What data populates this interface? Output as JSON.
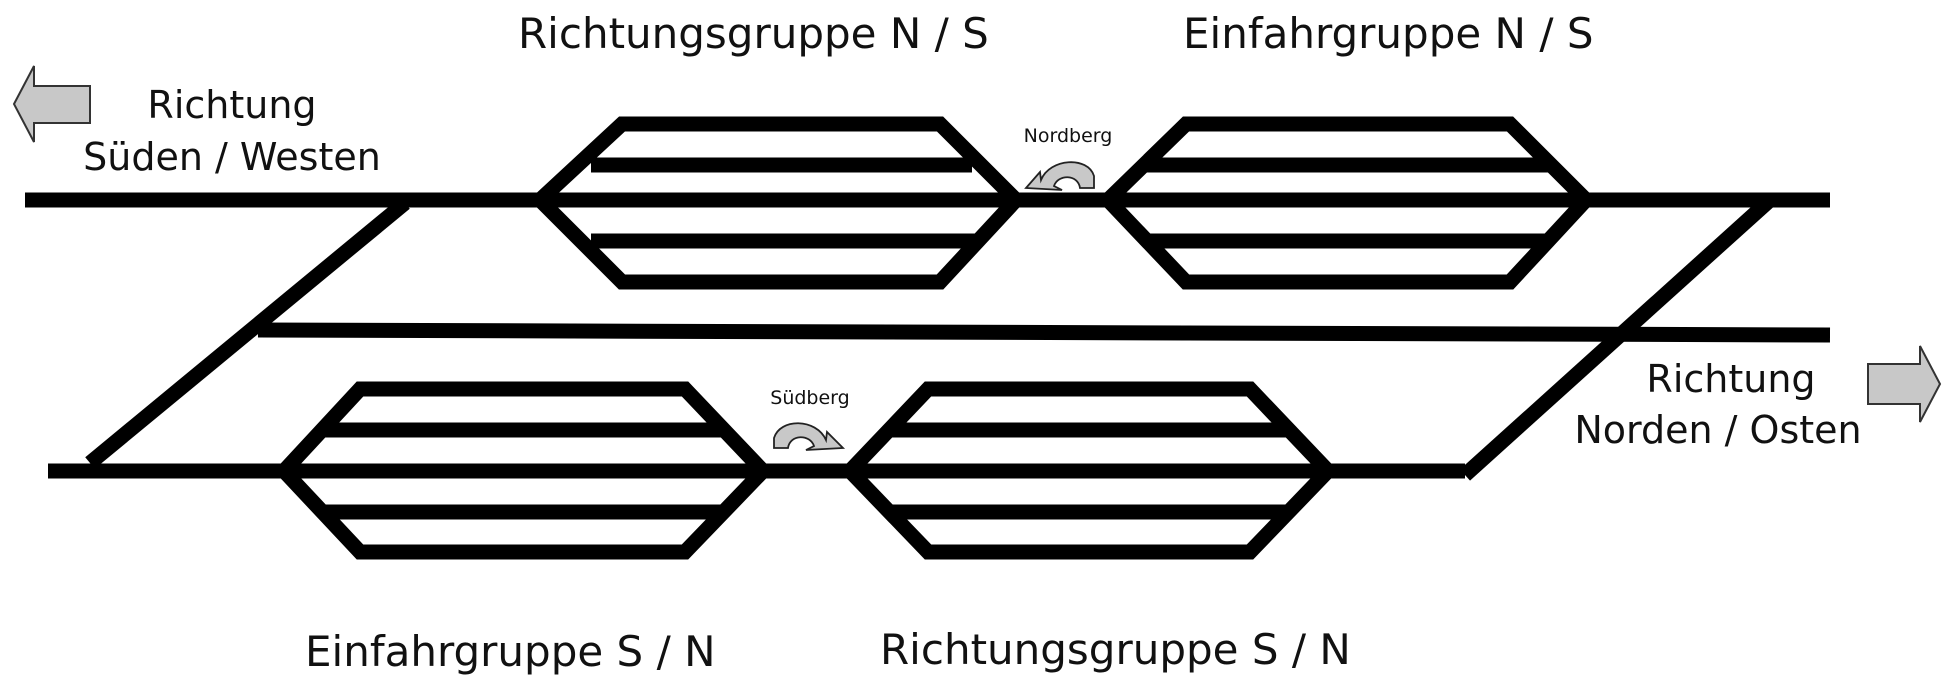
{
  "labels": {
    "richtungsgruppe_ns": "Richtungsgruppe N / S",
    "einfahrgruppe_ns": "Einfahrgruppe N / S",
    "einfahrgruppe_sn": "Einfahrgruppe S / N",
    "richtungsgruppe_sn": "Richtungsgruppe S / N",
    "richtung_sw_line1": "Richtung",
    "richtung_sw_line2": "Süden / Westen",
    "richtung_no_line1": "Richtung",
    "richtung_no_line2": "Norden / Osten",
    "nordberg": "Nordberg",
    "suedberg": "Südberg"
  },
  "icons": {
    "left_arrow": "arrow-left-icon",
    "right_arrow": "arrow-right-icon",
    "nordberg_hump": "curved-arrow-left-icon",
    "suedberg_hump": "curved-arrow-right-icon"
  },
  "colors": {
    "track": "#000000",
    "arrow_fill": "#c8c8c8",
    "background": "#ffffff"
  }
}
